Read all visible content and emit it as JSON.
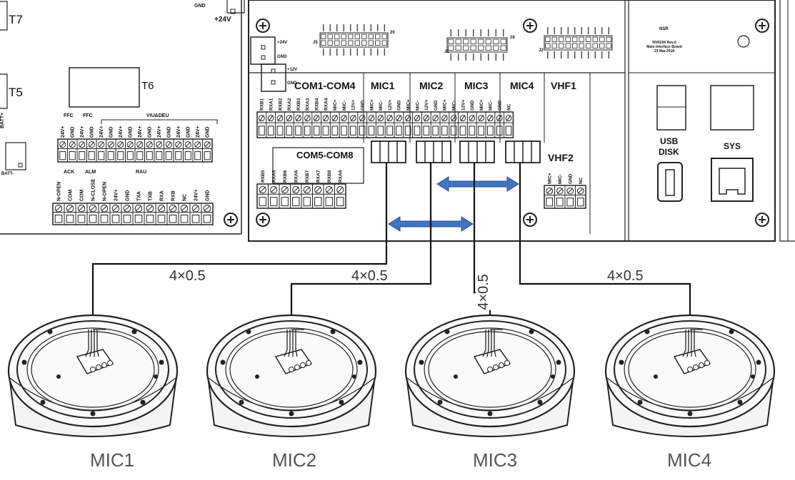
{
  "left_board": {
    "labels": {
      "t7": "T7",
      "t5": "T5",
      "t6": "T6",
      "gnd_top": "GND",
      "v24_top": "+24V",
      "batt_plus": "BATT+",
      "batt_minus": "BATT-",
      "ffc1": "FFC",
      "ffc2": "FFC",
      "vdu": "VIU&DEU",
      "ack": "ACK",
      "alm": "ALM",
      "rau": "RAU"
    },
    "upper_pins": [
      "24V+",
      "GND",
      "24V+",
      "GND",
      "24V+",
      "GND",
      "24V+",
      "GND",
      "24V+",
      "GND",
      "24V+",
      "GND",
      "24V+",
      "GND",
      "24V+",
      "GND"
    ],
    "lower_pins": [
      "N-OPEN",
      "COM",
      "COM",
      "N-CLOSE",
      "N-OPEN",
      "24V+",
      "GND",
      "TXA",
      "TXB",
      "RXA",
      "RXB",
      "NC",
      "24V+",
      "GND"
    ]
  },
  "main_board": {
    "power_labels": [
      "+24V",
      "GND",
      "+12V",
      "GND"
    ],
    "j5": "J5",
    "j5_num": "20",
    "j1": "J1",
    "j1_num": "16",
    "j2": "J2",
    "board_info": [
      "NVR200 Rev.0",
      "Main Interface Board",
      "23 Mar.2018"
    ],
    "board_brand": "NSR",
    "sections": {
      "com14": "COM1-COM4",
      "mic1": "MIC1",
      "mic2": "MIC2",
      "mic3": "MIC3",
      "mic4": "MIC4",
      "vhf1": "VHF1",
      "com58": "COM5-COM8",
      "vhf2": "VHF2"
    },
    "com14_pins": [
      "RXB1",
      "RXA1",
      "RXB2",
      "RXA2",
      "RXB3",
      "RXA3",
      "RXB4",
      "RXA4"
    ],
    "mic_pins": [
      "MIC+",
      "MIC-",
      "12V+",
      "GND"
    ],
    "vhf_pins": [
      "MIC+",
      "MIC-",
      "GND",
      "NC"
    ],
    "com58_pins": [
      "RXB5",
      "RXA5",
      "RXB6",
      "RXA6",
      "RXB7",
      "RXA7",
      "RXB8",
      "RXA8"
    ],
    "usb": "USB",
    "disk": "DISK",
    "sys": "SYS"
  },
  "cables": [
    "4×0.5",
    "4×0.5",
    "4×0.5",
    "4×0.5"
  ],
  "mics": [
    "MIC1",
    "MIC2",
    "MIC3",
    "MIC4"
  ]
}
